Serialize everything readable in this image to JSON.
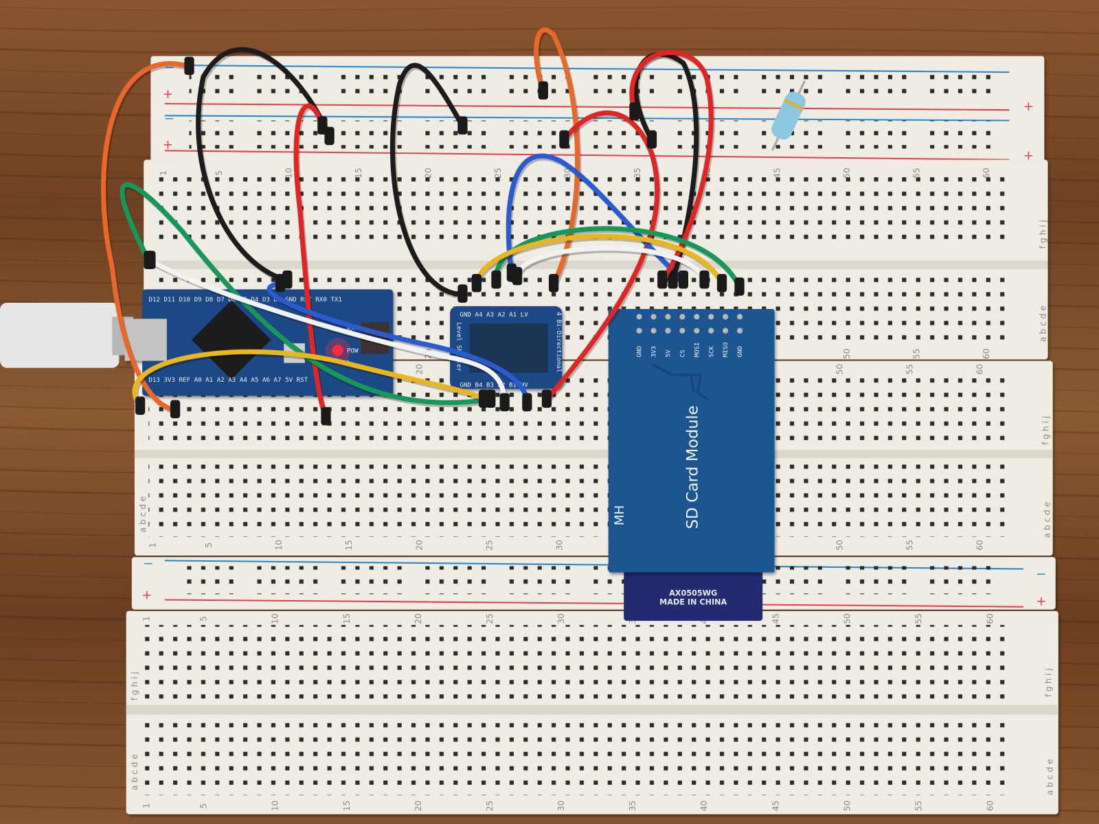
{
  "colors": {
    "wood": "#7a4a28",
    "board": "#efece4",
    "pcb_blue": "#1c4a86",
    "card_navy": "#232a70",
    "rail_red": "#e0404a",
    "rail_blue": "#2a86c8",
    "wires": {
      "orange": "#e8672a",
      "black": "#1c1c1c",
      "red": "#e02525",
      "green": "#17985a",
      "blue": "#2a5bd0",
      "yellow": "#eab620",
      "white": "#f2f2f2"
    }
  },
  "breadboard": {
    "column_numbers": [
      "1",
      "5",
      "10",
      "15",
      "20",
      "25",
      "30",
      "35",
      "40",
      "45",
      "50",
      "55",
      "60"
    ],
    "rows_top": "f g h i j",
    "rows_bottom": "a b c d e",
    "plus": "+",
    "minus": "−"
  },
  "arduino_nano": {
    "top_pins": "D12 D11 D10 D9 D8 D7 D6 D5 D4 D3 D2 GND RST RX0 TX1",
    "bottom_pins": "D13 3V3 REF A0 A1 A2 A3 A4 A5 A6 A7 5V RST",
    "led_labels": [
      "RX",
      "POW",
      "L"
    ]
  },
  "level_shifter": {
    "title": "4 Bi-Directional",
    "subtitle": "Level Shifter",
    "top_pins": "GND A4 A3 A2 A1 LV",
    "bottom_pins": "GND B4 B3 B2 B1 HV"
  },
  "sd_module": {
    "pins": [
      "GND",
      "3V3",
      "5V",
      "CS",
      "MOSI",
      "SCK",
      "MISO",
      "GND"
    ],
    "title": "SD Card Module",
    "brand": "MH",
    "card_line1": "AX0505WG",
    "card_line2": "MADE IN CHINA"
  }
}
